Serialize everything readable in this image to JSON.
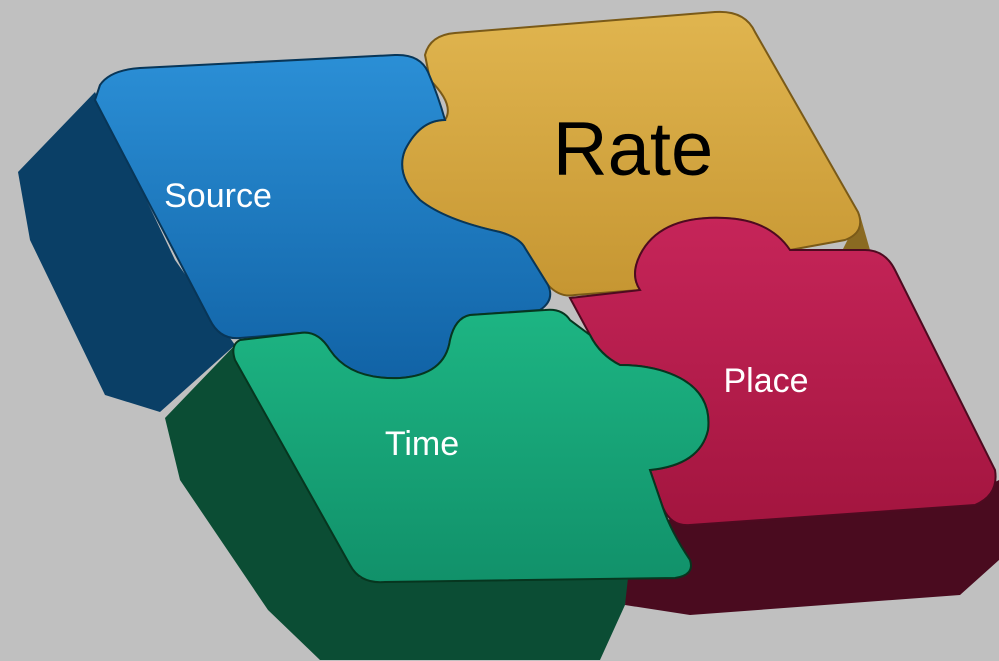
{
  "pieces": {
    "source": {
      "label": "Source",
      "top": "#1777be",
      "side": "#0a3f66",
      "text_color": "#ffffff"
    },
    "rate": {
      "label": "Rate",
      "top": "#d3a540",
      "side": "#8a6a22",
      "text_color": "#000000"
    },
    "place": {
      "label": "Place",
      "top": "#b31a4b",
      "side": "#4a0b1f",
      "text_color": "#ffffff"
    },
    "time": {
      "label": "Time",
      "top": "#15a072",
      "side": "#0b4d34",
      "text_color": "#ffffff"
    }
  },
  "background": "#c0c0c0"
}
